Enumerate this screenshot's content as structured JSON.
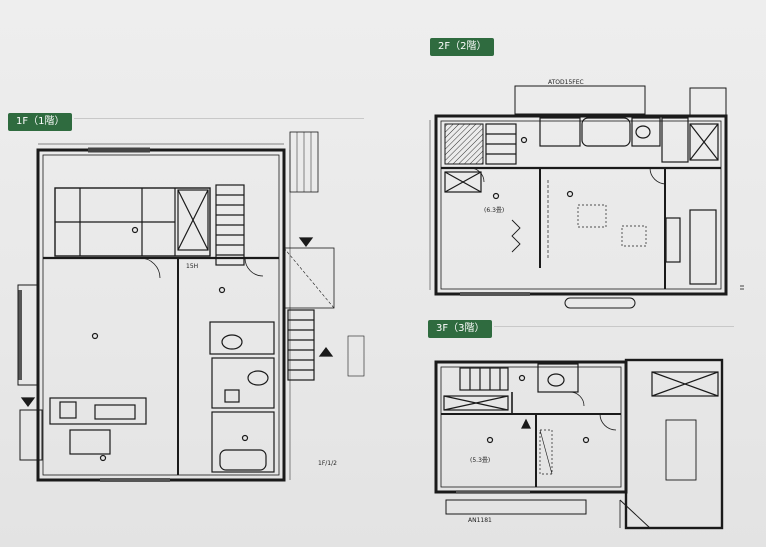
{
  "floors": {
    "f1": {
      "label": "1F（1階）"
    },
    "f2": {
      "label": "2F（2階）"
    },
    "f3": {
      "label": "3F（3階）"
    }
  },
  "annotations": {
    "f1_room_a": "15H",
    "f1_scale": "1F/1/2",
    "f2_room_size": "(6.3畳)",
    "f3_room_size": "(5.3畳)",
    "f2_header": "ATOD15FEC",
    "f3_footer": "AN1181"
  },
  "colors": {
    "badge_bg": "#2f6b3f",
    "line": "#1a1a1a"
  }
}
